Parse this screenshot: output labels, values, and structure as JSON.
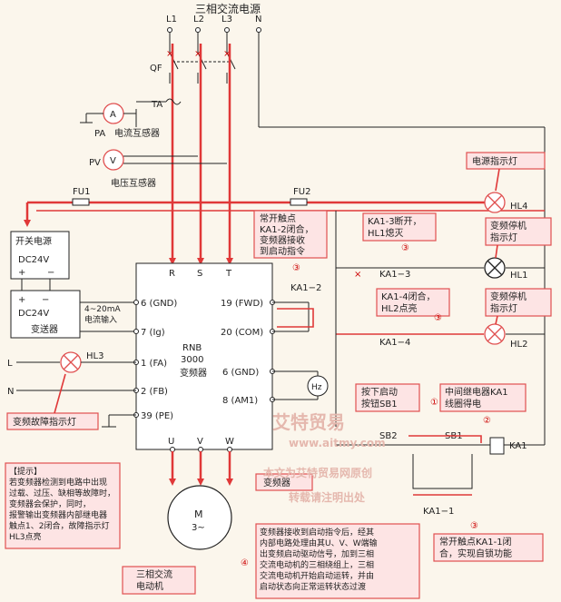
{
  "header": {
    "title": "三相交流电源"
  },
  "phases": [
    "L1",
    "L2",
    "L3",
    "N"
  ],
  "labels": {
    "qf": "QF",
    "ta": "TA",
    "pa": "PA",
    "pa_desc": "电流互感器",
    "pv": "PV",
    "pv_desc": "电压互感器",
    "fu1": "FU1",
    "fu2": "FU2",
    "ammeter": "A",
    "voltmeter": "V",
    "switch_psu": "开关电源",
    "dc24v_a": "DC24V",
    "dc24v_b": "DC24V",
    "plus": "+",
    "minus": "−",
    "transmitter": "变送器",
    "current_input": "4~20mA\n电流输入",
    "hl3": "HL3",
    "hl4": "HL4",
    "hl1": "HL1",
    "hl2": "HL2",
    "l": "L",
    "n": "N",
    "motor": "M",
    "motor_sub": "3~",
    "hz": "Hz",
    "sb1": "SB1",
    "sb2": "SB2",
    "ka1": "KA1",
    "ka1_1": "KA1−1",
    "ka1_2": "KA1−2",
    "ka1_3": "KA1−3",
    "ka1_4": "KA1−4",
    "vfd_model_a": "RNB",
    "vfd_model_b": "3000",
    "vfd_name": "变频器"
  },
  "terminals": {
    "top": [
      "R",
      "S",
      "T"
    ],
    "bottom": [
      "U",
      "V",
      "W"
    ],
    "left": [
      "6 (GND)",
      "7 (Ig)",
      "1 (FA)",
      "2 (FB)",
      "39 (PE)"
    ],
    "right": [
      "19 (FWD)",
      "20 (COM)",
      "6 (GND)",
      "8 (AM1)"
    ]
  },
  "callouts": {
    "power_light": "电源指示灯",
    "contact_close": "常开触点\nKA1-2闭合，\n变频器接收\n到启动指令",
    "ka13_open": "KA1-3断开，\nHL1熄灭",
    "stop_light_1": "变频停机\n指示灯",
    "ka14_close": "KA1-4闭合，\nHL2点亮",
    "stop_light_2": "变频停机\n指示灯",
    "fault_light": "变频故障指示灯",
    "press_start": "按下启动\n按钮SB1",
    "relay_coil": "中间继电器KA1\n线圈得电",
    "self_lock": "常开触点KA1-1闭\n合，实现自锁功能",
    "vfd_box": "变频器",
    "motor_label": "三相交流\n电动机",
    "tip": "【提示】\n若变频器检测到电路中出现\n过载、过压、缺相等故障时，\n变频器会保护，同时，\n报警输出变频器内部继电器\n触点1、2闭合，故障指示灯\nHL3点亮",
    "vfd_run": "变频器接收到启动指令后，经其\n内部电路处理由其U、V、W端输\n出变频启动驱动信号，加到三相\n交流电动机的三相绕组上，三相\n交流电动机开始启动运转，并由\n启动状态向正常运转状态过渡"
  },
  "steps": [
    "①",
    "②",
    "③",
    "③",
    "③",
    "③",
    "④"
  ],
  "watermark": {
    "brand": "艾特贸易",
    "url": "www.aitmy.com",
    "line1": "本文为艾特贸易网原创",
    "line2": "转载请注明出处"
  }
}
